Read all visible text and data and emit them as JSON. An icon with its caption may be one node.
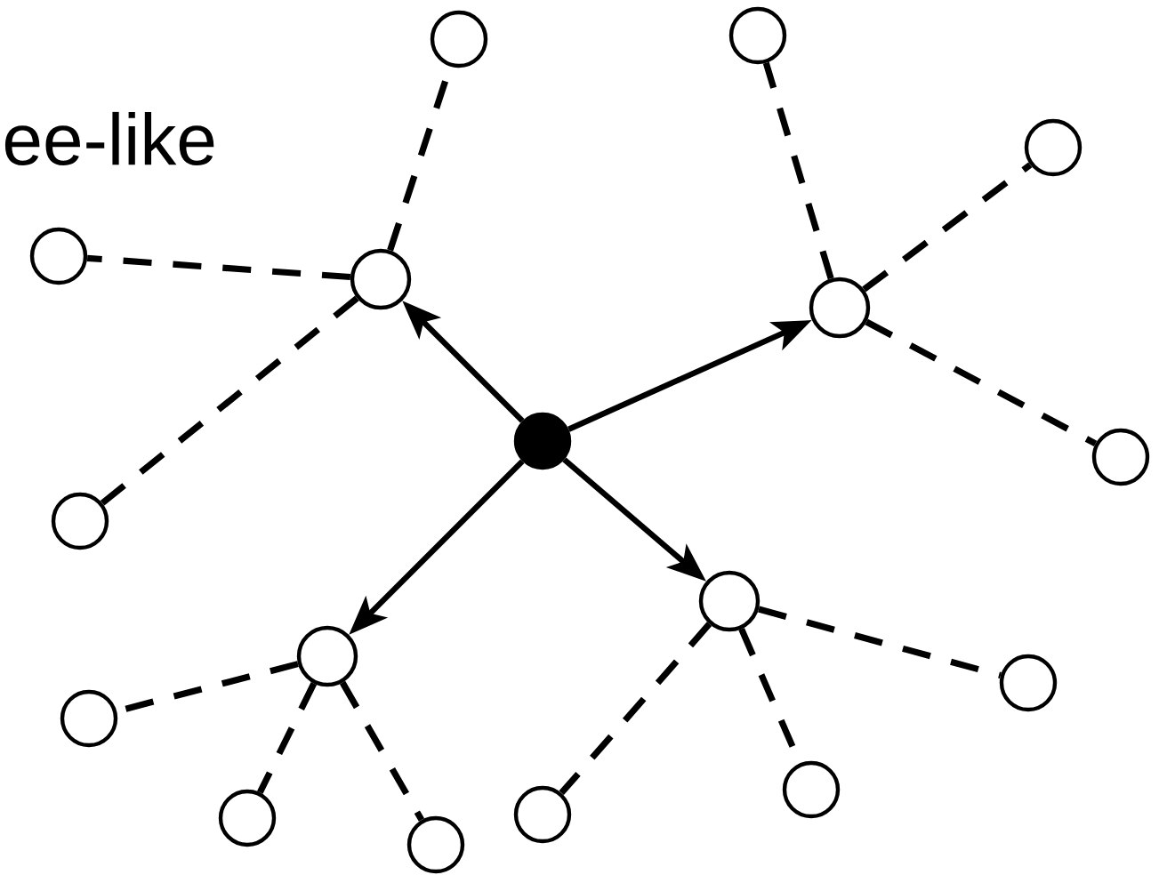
{
  "diagram": {
    "nodes": [
      {
        "text": [],
        "shape": "dot"
      },
      {
        "text": [],
        "shape": "circle"
      },
      {
        "text": [],
        "shape": "circle"
      },
      {
        "text": [],
        "shape": "circle"
      },
      {
        "text": [],
        "shape": "circle"
      },
      {
        "text": [],
        "shape": "circle"
      },
      {
        "text": [],
        "shape": "circle"
      },
      {
        "text": [],
        "shape": "circle"
      },
      {
        "text": [],
        "shape": "circle"
      },
      {
        "text": [],
        "shape": "circle"
      },
      {
        "text": [],
        "shape": "circle"
      },
      {
        "text": [],
        "shape": "circle"
      },
      {
        "text": [],
        "shape": "circle"
      },
      {
        "text": [],
        "shape": "circle"
      },
      {
        "text": [],
        "shape": "circle"
      },
      {
        "text": [],
        "shape": "circle"
      },
      {
        "text": [],
        "shape": "circle"
      }
    ],
    "edges": [
      {
        "from": 0,
        "to": 1,
        "arrow": "to"
      },
      {
        "from": 0,
        "to": 2,
        "arrow": "to"
      },
      {
        "from": 0,
        "to": 3,
        "arrow": "to"
      },
      {
        "from": 0,
        "to": 4,
        "arrow": "to"
      },
      {
        "from": 1,
        "to": 5,
        "arrow": "none",
        "style": "dashed"
      },
      {
        "from": 1,
        "to": 6,
        "arrow": "none",
        "style": "dashed"
      },
      {
        "from": 1,
        "to": 7,
        "arrow": "none",
        "style": "dashed"
      },
      {
        "from": 2,
        "to": 8,
        "arrow": "none",
        "style": "dashed"
      },
      {
        "from": 2,
        "to": 9,
        "arrow": "none",
        "style": "dashed"
      },
      {
        "from": 2,
        "to": 10,
        "arrow": "none",
        "style": "dashed"
      },
      {
        "from": 3,
        "to": 11,
        "arrow": "none",
        "style": "dashed"
      },
      {
        "from": 3,
        "to": 12,
        "arrow": "none",
        "style": "dashed"
      },
      {
        "from": 3,
        "to": 13,
        "arrow": "none",
        "style": "dashed"
      },
      {
        "from": 4,
        "to": 14,
        "arrow": "none",
        "style": "dashed"
      },
      {
        "from": 4,
        "to": 15,
        "arrow": "none",
        "style": "dashed"
      },
      {
        "from": 4,
        "to": 16,
        "arrow": "none",
        "style": "dashed"
      }
    ],
    "labels": [
      "ee-like"
    ]
  }
}
